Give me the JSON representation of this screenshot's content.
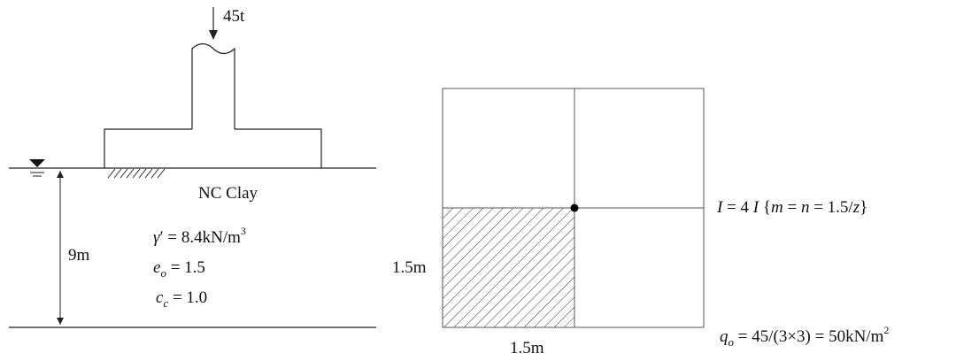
{
  "left_figure": {
    "load_label": "45t",
    "soil_label": "NC Clay",
    "depth_label": "9m",
    "gamma_sym": "γ",
    "gamma_prime": "′",
    "gamma_rest": " = 8.4kN/m",
    "gamma_exp": "3",
    "e_sym": "e",
    "e_sub": "o",
    "e_rest": " = 1.5",
    "c_sym": "c",
    "c_sub": "c",
    "c_rest": " = 1.0"
  },
  "right_figure": {
    "side_label": "1.5m",
    "bottom_label": "1.5m",
    "influence_I1": "I",
    "influence_mid": " = 4 ",
    "influence_I2": "I",
    "influence_brace_open": " {",
    "influence_m": "m",
    "influence_eq1": " = ",
    "influence_n": "n",
    "influence_eq2": " = 1.5/",
    "influence_z": "z",
    "influence_brace_close": "}",
    "q_sym": "q",
    "q_sub": "o",
    "q_rest": " = 45/(3×3) = 50kN/m",
    "q_exp": "2"
  }
}
